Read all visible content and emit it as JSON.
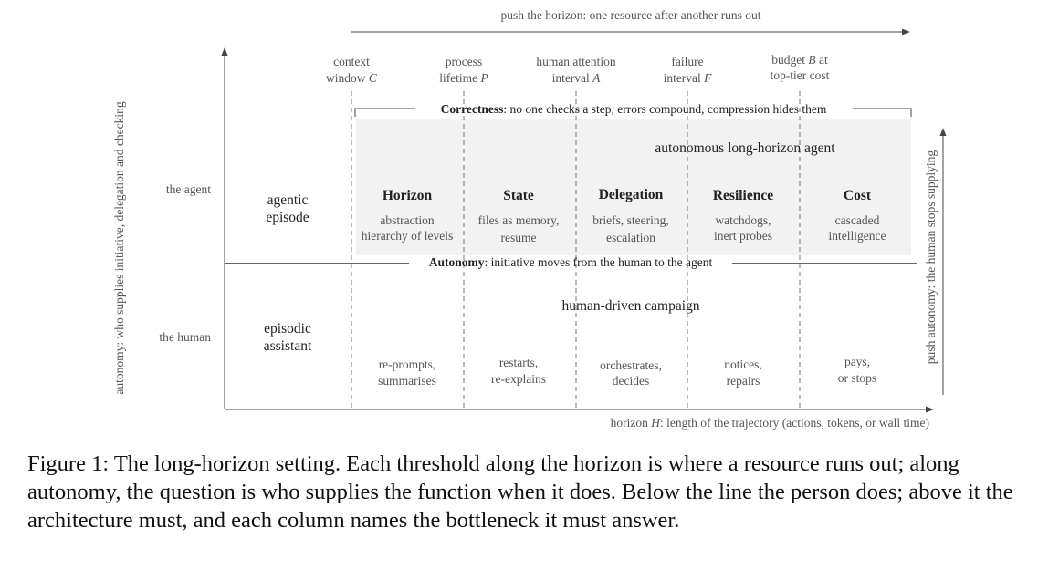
{
  "diagram": {
    "top_arrow_label": "push the horizon: one resource after another runs out",
    "y_axis_label": "autonomy: who supplies initiative, delegation and checking",
    "right_arrow_label": "push autonomy: the human stops supplying",
    "x_axis_label": {
      "prefix": "horizon ",
      "var": "H",
      "suffix": ": length of the trajectory (actions, tokens, or wall time)"
    },
    "thresholds": [
      {
        "line1": "context",
        "line2": "window ",
        "var": "C"
      },
      {
        "line1": "process",
        "line2": "lifetime ",
        "var": "P"
      },
      {
        "line1": "human attention",
        "line2": "interval ",
        "var": "A"
      },
      {
        "line1": "failure",
        "line2": "interval ",
        "var": "F"
      },
      {
        "line1_prefix": "budget ",
        "line1_var": "B",
        "line1_suffix": " at",
        "line2": "top-tier cost"
      }
    ],
    "correctness": {
      "bold": "Correctness",
      "rest": ": no one checks a step, errors compound, compression hides them"
    },
    "autonomy": {
      "bold": "Autonomy",
      "rest": ": initiative moves from the human to the agent"
    },
    "agent_region_title": "autonomous long-horizon agent",
    "human_region_title": "human-driven campaign",
    "rows": {
      "agent_label": "the agent",
      "human_label": "the human",
      "agent_mode": [
        "agentic",
        "episode"
      ],
      "human_mode": [
        "episodic",
        "assistant"
      ]
    },
    "columns": [
      {
        "title": "Horizon",
        "agent": [
          "abstraction",
          "hierarchy of levels"
        ],
        "human": [
          "re-prompts,",
          "summarises"
        ]
      },
      {
        "title": "State",
        "agent": [
          "files as memory,",
          "resume"
        ],
        "human": [
          "restarts,",
          "re-explains"
        ]
      },
      {
        "title": "Delegation",
        "agent": [
          "briefs, steering,",
          "escalation"
        ],
        "human": [
          "orchestrates,",
          "decides"
        ]
      },
      {
        "title": "Resilience",
        "agent": [
          "watchdogs,",
          "inert probes"
        ],
        "human": [
          "notices,",
          "repairs"
        ]
      },
      {
        "title": "Cost",
        "agent": [
          "cascaded",
          "intelligence"
        ],
        "human": [
          "pays,",
          "or stops"
        ]
      }
    ]
  },
  "caption": "Figure 1: The long-horizon setting. Each threshold along the horizon is where a resource runs out; along autonomy, the question is who supplies the function when it does. Below the line the person does; above it the architecture must, and each column names the bottleneck it must answer."
}
